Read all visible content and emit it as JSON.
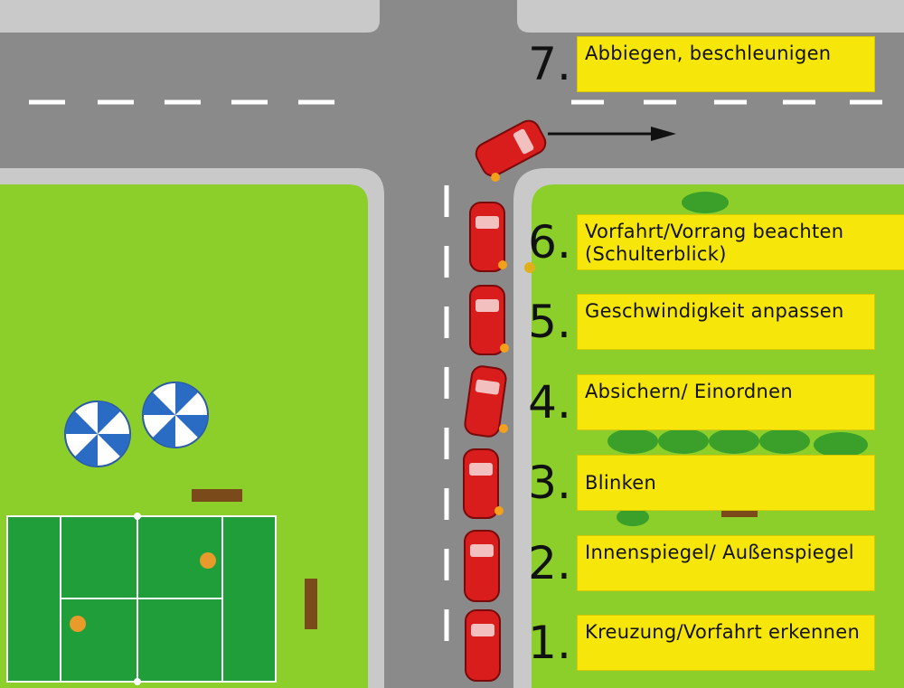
{
  "steps": [
    {
      "number": "1.",
      "text": "Kreuzung/Vorfahrt erkennen"
    },
    {
      "number": "2.",
      "text": "Innenspiegel/ Außenspiegel"
    },
    {
      "number": "3.",
      "text": "Blinken"
    },
    {
      "number": "4.",
      "text": "Absichern/ Einordnen"
    },
    {
      "number": "5.",
      "text": "Geschwindigkeit anpassen"
    },
    {
      "number": "6.",
      "text": "Vorfahrt/Vorrang beachten (Schulterblick)"
    },
    {
      "number": "7.",
      "text": "Abbiegen, beschleunigen"
    }
  ],
  "colors": {
    "road": "#8a8a8a",
    "sidewalk": "#c9c9c9",
    "grass": "#8ccf2a",
    "court": "#1f9e3a",
    "label_box": "#f6e60a",
    "car": "#d91c1c",
    "arrow": "#111111"
  }
}
